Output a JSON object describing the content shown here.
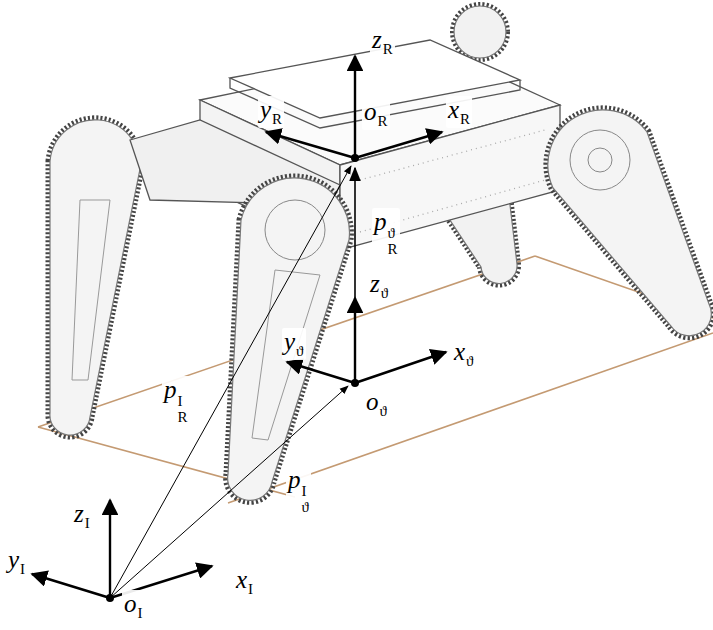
{
  "diagram": {
    "labels": [
      "zR",
      "yR",
      "oR",
      "xR",
      "pϑR",
      "zϑ",
      "yϑ",
      "xϑ",
      "oϑ",
      "pIR",
      "pIϑ",
      "zI",
      "yI",
      "xI",
      "oI"
    ]
  }
}
